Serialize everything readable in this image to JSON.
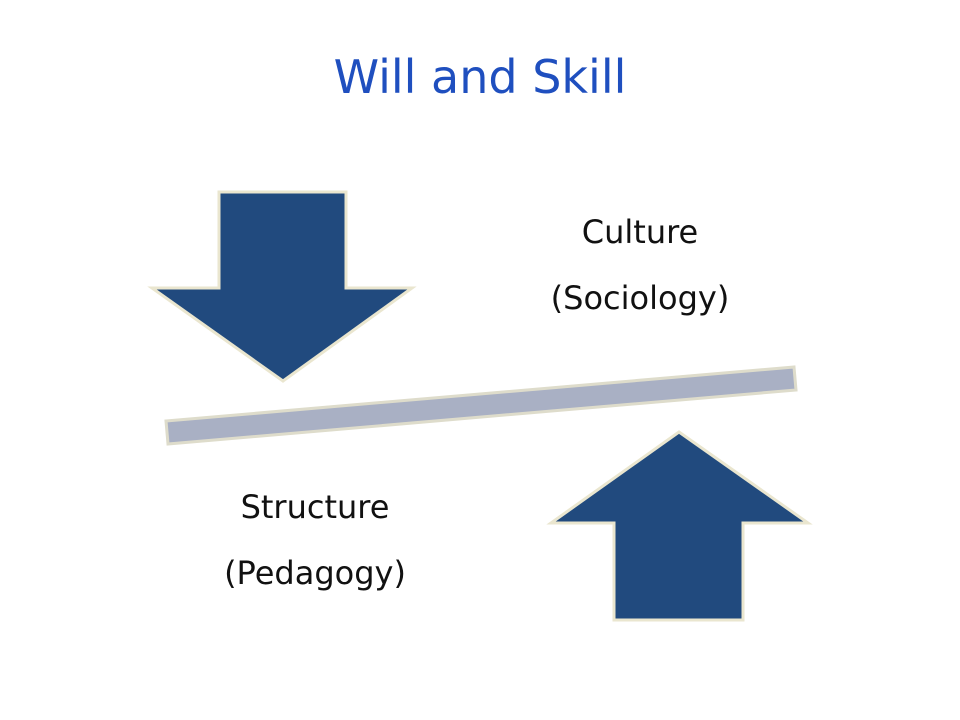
{
  "title": "Will and Skill",
  "labels": {
    "culture": "Culture",
    "culture_sub": "(Sociology)",
    "structure": "Structure",
    "structure_sub": "(Pedagogy)"
  },
  "colors": {
    "title": "#1f4fbf",
    "arrow_fill": "#214a7e",
    "arrow_outline": "#eae6cf",
    "beam_fill": "#a9b0c4",
    "beam_outline": "#dedccb"
  },
  "shapes": {
    "down_arrow": "down-arrow",
    "up_arrow": "up-arrow",
    "beam": "tilted-balance-beam"
  }
}
